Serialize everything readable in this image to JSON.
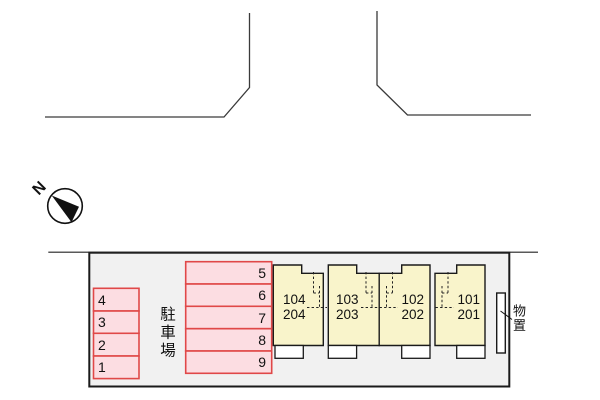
{
  "compass": {
    "north_label": "N"
  },
  "parking": {
    "area_label": "駐車場",
    "left_spaces": [
      "4",
      "3",
      "2",
      "1"
    ],
    "middle_spaces": [
      "5",
      "6",
      "7",
      "8",
      "9"
    ]
  },
  "building": {
    "units": [
      {
        "first_floor": "104",
        "second_floor": "204"
      },
      {
        "first_floor": "103",
        "second_floor": "203"
      },
      {
        "first_floor": "102",
        "second_floor": "202"
      },
      {
        "first_floor": "101",
        "second_floor": "201"
      }
    ]
  },
  "storage": {
    "label": "物置"
  },
  "colors": {
    "site_fill": "#f1f1f1",
    "parking_fill": "#fcdde2",
    "parking_border": "#e04848",
    "building_fill": "#f9f4cb",
    "outline": "#1a1a1a",
    "road_line": "#3a3a3a"
  }
}
